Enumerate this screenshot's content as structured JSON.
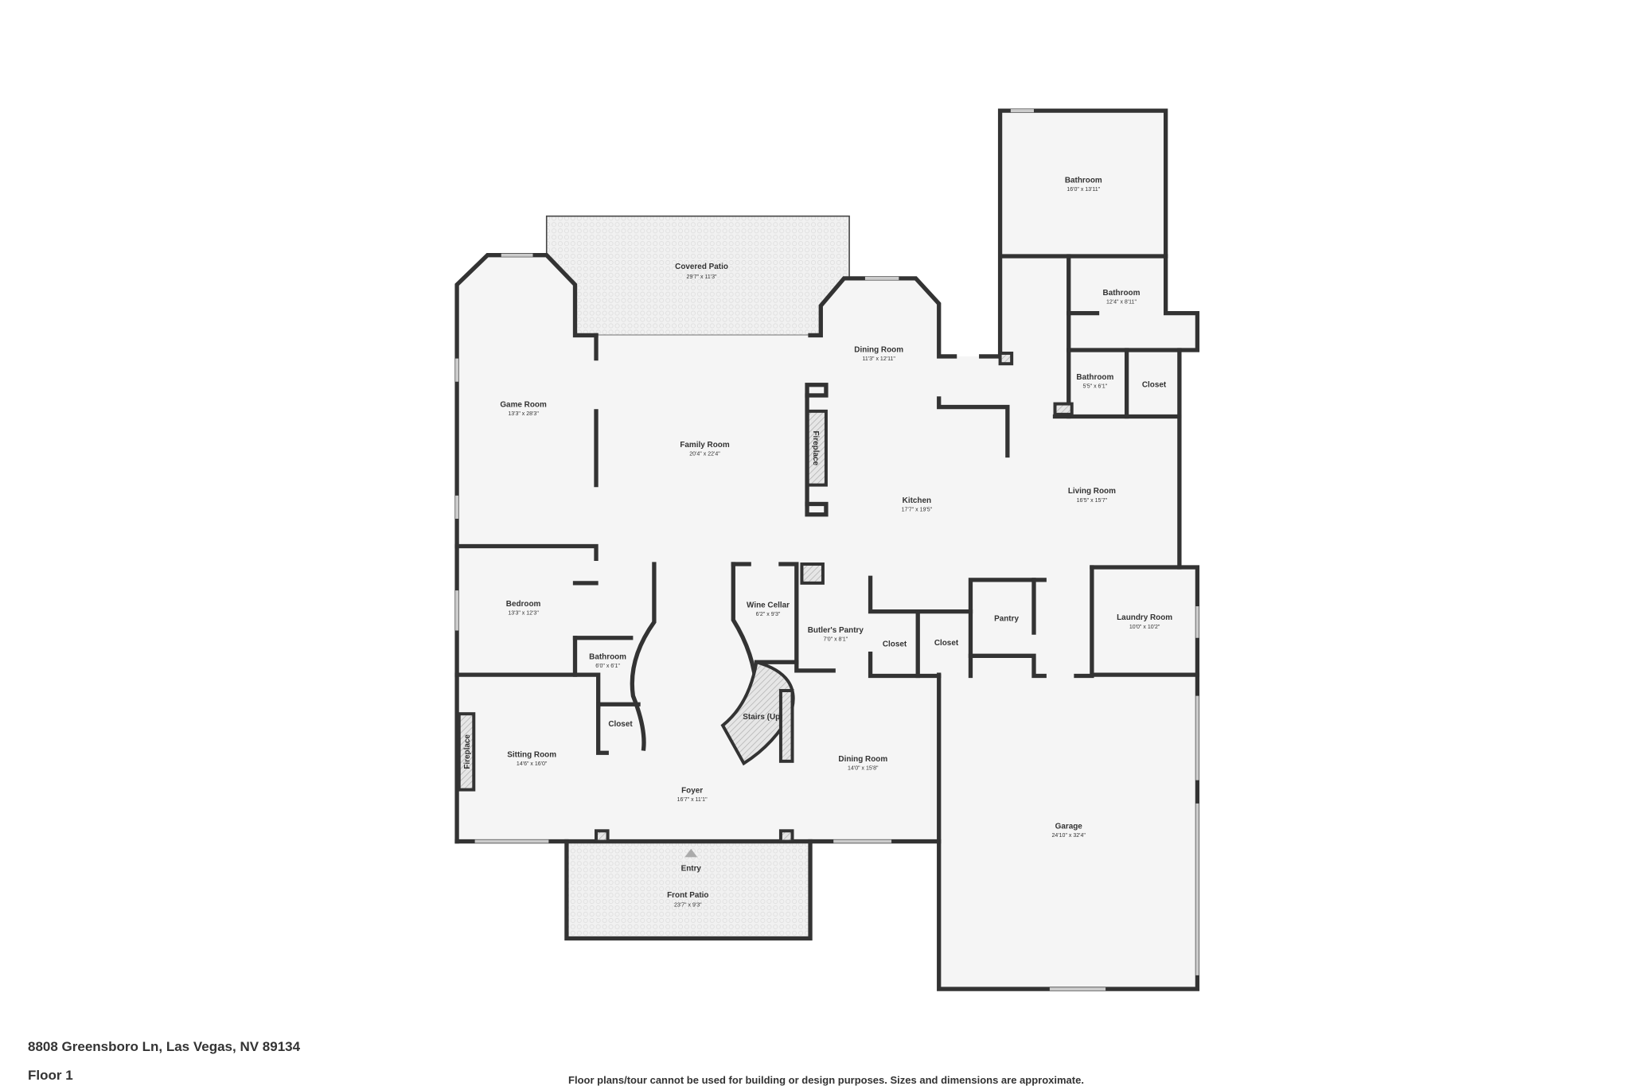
{
  "address": "8808 Greensboro Ln, Las Vegas, NV 89134",
  "floor_label": "Floor 1",
  "disclaimer": "Floor plans/tour cannot be used for building or design purposes. Sizes and dimensions are approximate.",
  "entry_label": "Entry",
  "rooms": {
    "covered_patio": {
      "name": "Covered Patio",
      "dim": "29'7\" x 11'3\""
    },
    "game_room": {
      "name": "Game Room",
      "dim": "13'3\" x 28'3\""
    },
    "family_room": {
      "name": "Family Room",
      "dim": "20'4\" x 22'4\""
    },
    "dining_room_top": {
      "name": "Dining Room",
      "dim": "11'3\" x 12'11\""
    },
    "kitchen": {
      "name": "Kitchen",
      "dim": "17'7\" x 19'5\""
    },
    "bathroom_master": {
      "name": "Bathroom",
      "dim": "16'0\" x 13'11\""
    },
    "bathroom_2": {
      "name": "Bathroom",
      "dim": "12'4\" x 8'11\""
    },
    "bathroom_3": {
      "name": "Bathroom",
      "dim": "5'5\" x 6'1\""
    },
    "closet_1": {
      "name": "Closet"
    },
    "living_room": {
      "name": "Living Room",
      "dim": "16'5\" x 15'7\""
    },
    "bedroom": {
      "name": "Bedroom",
      "dim": "13'3\" x 12'3\""
    },
    "bathroom_4": {
      "name": "Bathroom",
      "dim": "6'0\" x 6'1\""
    },
    "wine_cellar": {
      "name": "Wine Cellar",
      "dim": "6'2\" x 9'3\""
    },
    "butlers_pantry": {
      "name": "Butler's Pantry",
      "dim": "7'0\" x 8'1\""
    },
    "closet_2": {
      "name": "Closet"
    },
    "closet_3": {
      "name": "Closet"
    },
    "pantry": {
      "name": "Pantry"
    },
    "laundry_room": {
      "name": "Laundry Room",
      "dim": "10'0\" x 10'2\""
    },
    "closet_4": {
      "name": "Closet"
    },
    "stairs": {
      "name": "Stairs (Up)"
    },
    "sitting_room": {
      "name": "Sitting Room",
      "dim": "14'6\" x 16'0\""
    },
    "dining_room_bottom": {
      "name": "Dining Room",
      "dim": "14'0\" x 15'8\""
    },
    "foyer": {
      "name": "Foyer",
      "dim": "16'7\" x 11'1\""
    },
    "garage": {
      "name": "Garage",
      "dim": "24'10\" x 32'4\""
    },
    "front_patio": {
      "name": "Front Patio",
      "dim": "23'7\" x 9'3\""
    },
    "fireplace_1": {
      "name": "Fireplace"
    },
    "fireplace_2": {
      "name": "Fireplace"
    }
  }
}
